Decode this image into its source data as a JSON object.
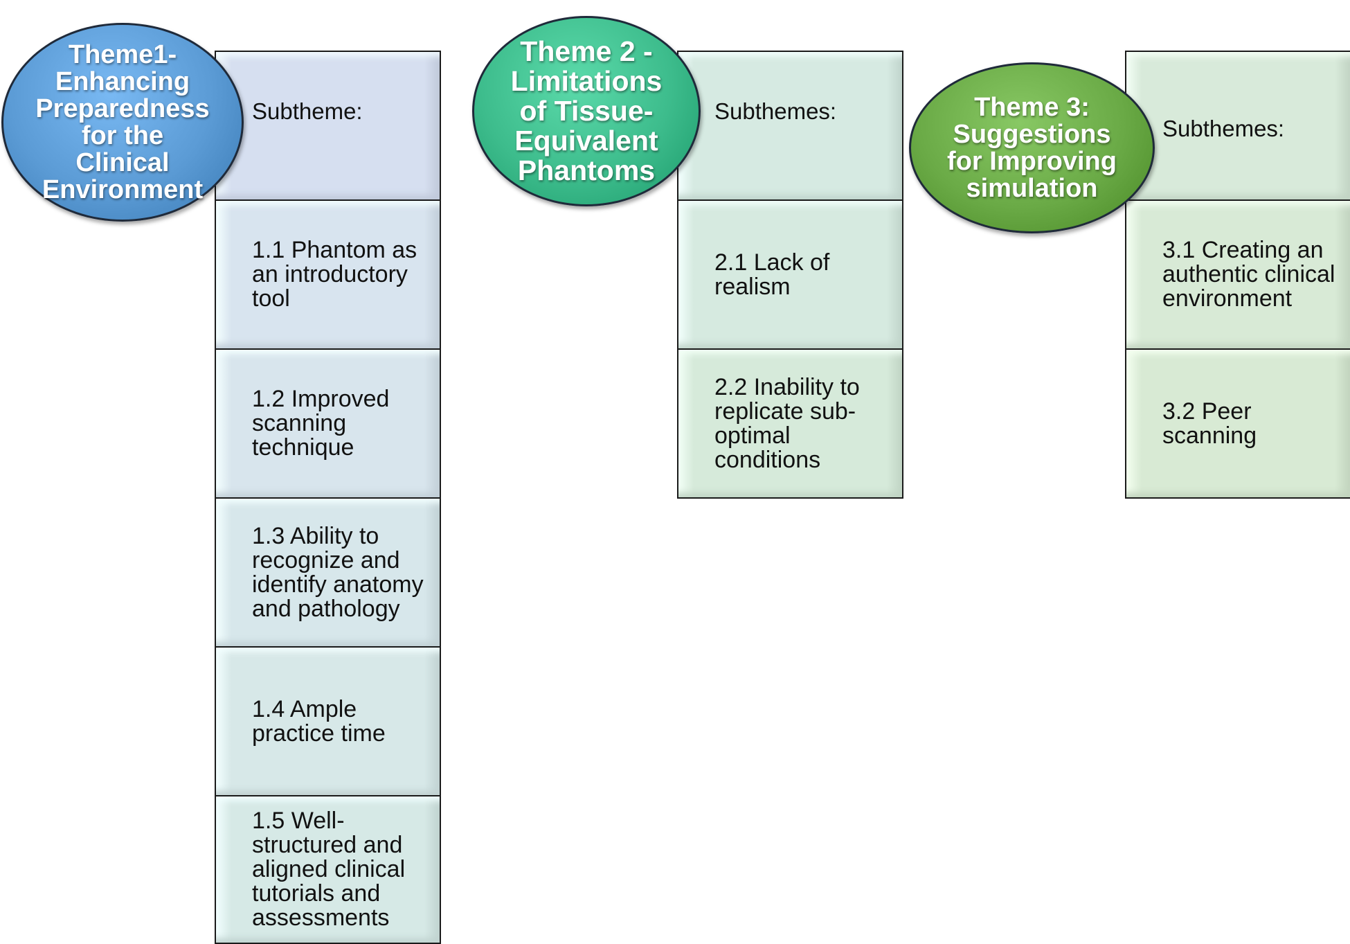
{
  "themes": [
    {
      "title_lines": [
        "Theme1-",
        "Enhancing",
        "Preparedness",
        "for the",
        "Clinical",
        "Environment"
      ],
      "header": "Subtheme:",
      "subthemes": [
        [
          "1.1 Phantom as",
          "an introductory",
          "tool"
        ],
        [
          "1.2 Improved",
          "scanning",
          "technique"
        ],
        [
          "1.3 Ability to",
          "recognize and",
          "identify anatomy",
          "and pathology"
        ],
        [
          "1.4 Ample",
          "practice time"
        ],
        [
          "1.5 Well-",
          "structured and",
          "aligned clinical",
          "tutorials and",
          "assessments"
        ]
      ],
      "colors": {
        "ellipse": "#5b9bd5",
        "header": "#d6dff0",
        "cell_top": "#d8e4ef",
        "cell_bottom": "#d6e9e6"
      }
    },
    {
      "title_lines": [
        "Theme 2 -",
        "Limitations",
        "of Tissue-",
        "Equivalent",
        "Phantoms"
      ],
      "header": "Subthemes:",
      "subthemes": [
        [
          "2.1 Lack of",
          "realism"
        ],
        [
          "2.2 Inability to",
          "replicate sub-",
          "optimal",
          "conditions"
        ]
      ],
      "colors": {
        "ellipse": "#3dbc8c",
        "header": "#d6eae2",
        "cell_top": "#d6eae0",
        "cell_bottom": "#d6eada"
      }
    },
    {
      "title_lines": [
        "Theme 3:",
        "Suggestions",
        "for Improving",
        "simulation"
      ],
      "header": "Subthemes:",
      "subthemes": [
        [
          "3.1 Creating an",
          "authentic clinical",
          "environment"
        ],
        [
          "3.2 Peer",
          "scanning"
        ]
      ],
      "colors": {
        "ellipse": "#6aaa46",
        "header": "#d8eada",
        "cell_top": "#d8ead6",
        "cell_bottom": "#d8ead4"
      }
    }
  ]
}
